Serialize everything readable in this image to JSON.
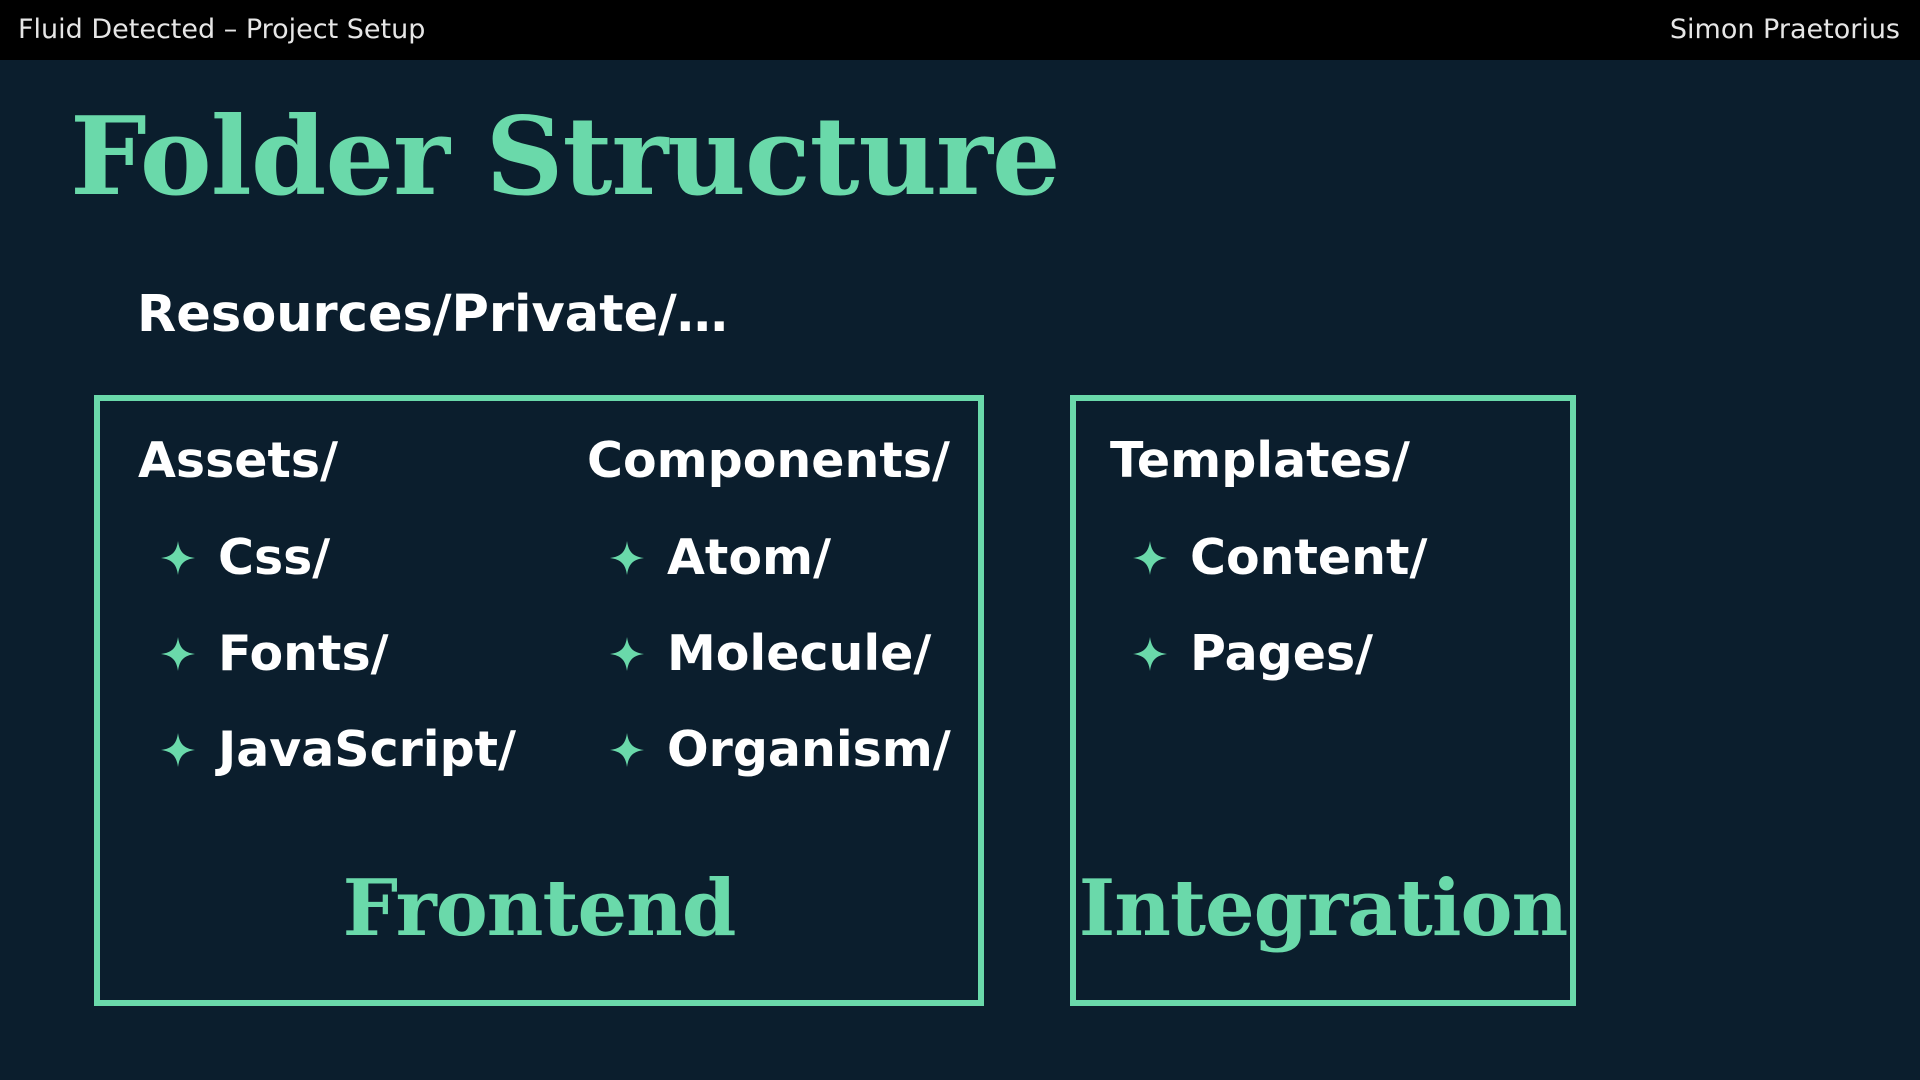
{
  "header": {
    "left": "Fluid Detected – Project Setup",
    "right": "Simon Praetorius"
  },
  "slide": {
    "title": "Folder Structure",
    "path": "Resources/Private/…"
  },
  "frontend": {
    "label": "Frontend",
    "assets": {
      "heading": "Assets/",
      "items": [
        "Css/",
        "Fonts/",
        "JavaScript/"
      ]
    },
    "components": {
      "heading": "Components/",
      "items": [
        "Atom/",
        "Molecule/",
        "Organism/"
      ]
    }
  },
  "integration": {
    "label": "Integration",
    "templates": {
      "heading": "Templates/",
      "items": [
        "Content/",
        "Pages/"
      ]
    }
  },
  "colors": {
    "accent": "#6ad9aa",
    "background": "#0b1e2d",
    "header_bg": "#000000",
    "text": "#ffffff"
  },
  "icons": {
    "bullet": "four-point-star-icon"
  }
}
